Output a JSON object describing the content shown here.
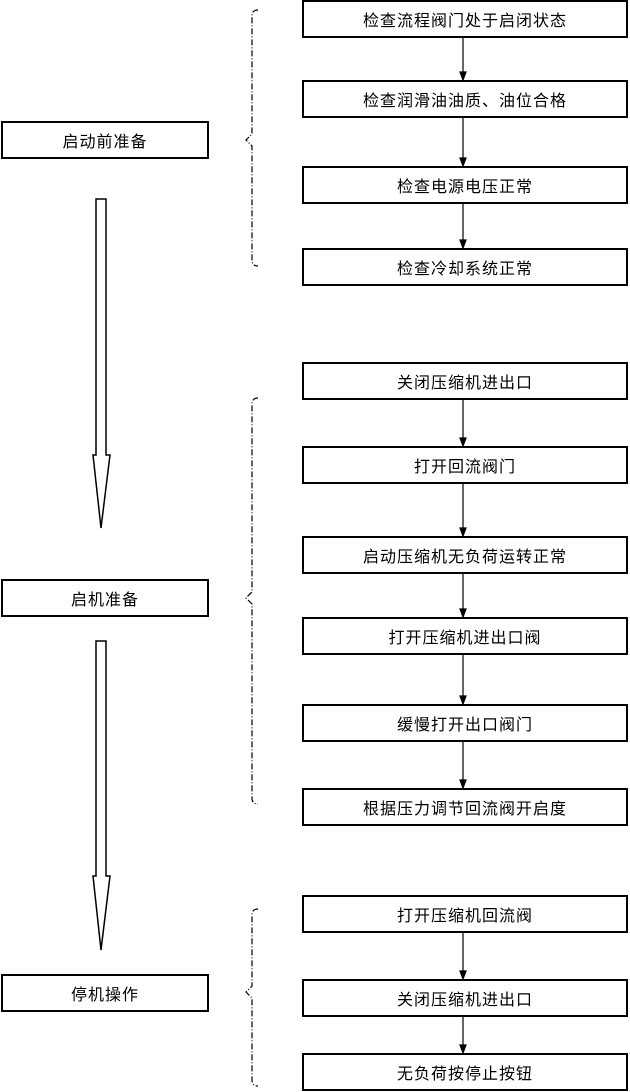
{
  "diagram": {
    "phases": [
      {
        "label": "启动前准备",
        "steps": [
          "检查流程阀门处于启闭状态",
          "检查润滑油油质、油位合格",
          "检查电源电压正常",
          "检查冷却系统正常"
        ]
      },
      {
        "label": "启机准备",
        "steps": [
          "关闭压缩机进出口",
          "打开回流阀门",
          "启动压缩机无负荷运转正常",
          "打开压缩机进出口阀",
          "缓慢打开出口阀门",
          "根据压力调节回流阀开启度"
        ]
      },
      {
        "label": "停机操作",
        "steps": [
          "打开压缩机回流阀",
          "关闭压缩机进出口",
          "无负荷按停止按钮"
        ]
      }
    ],
    "colors": {
      "line": "#000000",
      "background": "#ffffff"
    }
  }
}
